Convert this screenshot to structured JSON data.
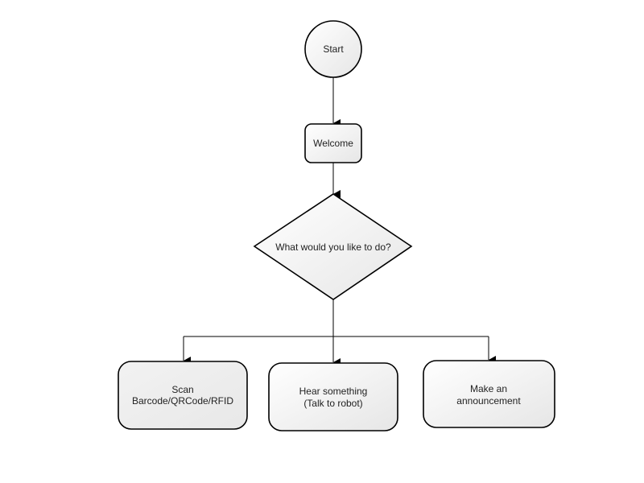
{
  "diagram": {
    "nodes": {
      "start": {
        "label": "Start"
      },
      "welcome": {
        "label": "Welcome"
      },
      "decision": {
        "label": "What would you like to do?"
      },
      "scan": {
        "label_lines": [
          "Scan",
          "Barcode/QRCode/RFID"
        ]
      },
      "hear": {
        "label_lines": [
          "Hear something",
          "(Talk to robot)"
        ]
      },
      "announce": {
        "label_lines": [
          "Make an",
          "announcement"
        ]
      }
    },
    "edges": [
      {
        "from": "start",
        "to": "welcome"
      },
      {
        "from": "welcome",
        "to": "decision"
      },
      {
        "from": "decision",
        "to": "scan"
      },
      {
        "from": "decision",
        "to": "hear"
      },
      {
        "from": "decision",
        "to": "announce"
      }
    ],
    "colors": {
      "node_fill_light": "#f7f7f7",
      "node_fill_gradient_end": "#e4e4e4",
      "stroke": "#000000",
      "text": "#222222"
    }
  }
}
